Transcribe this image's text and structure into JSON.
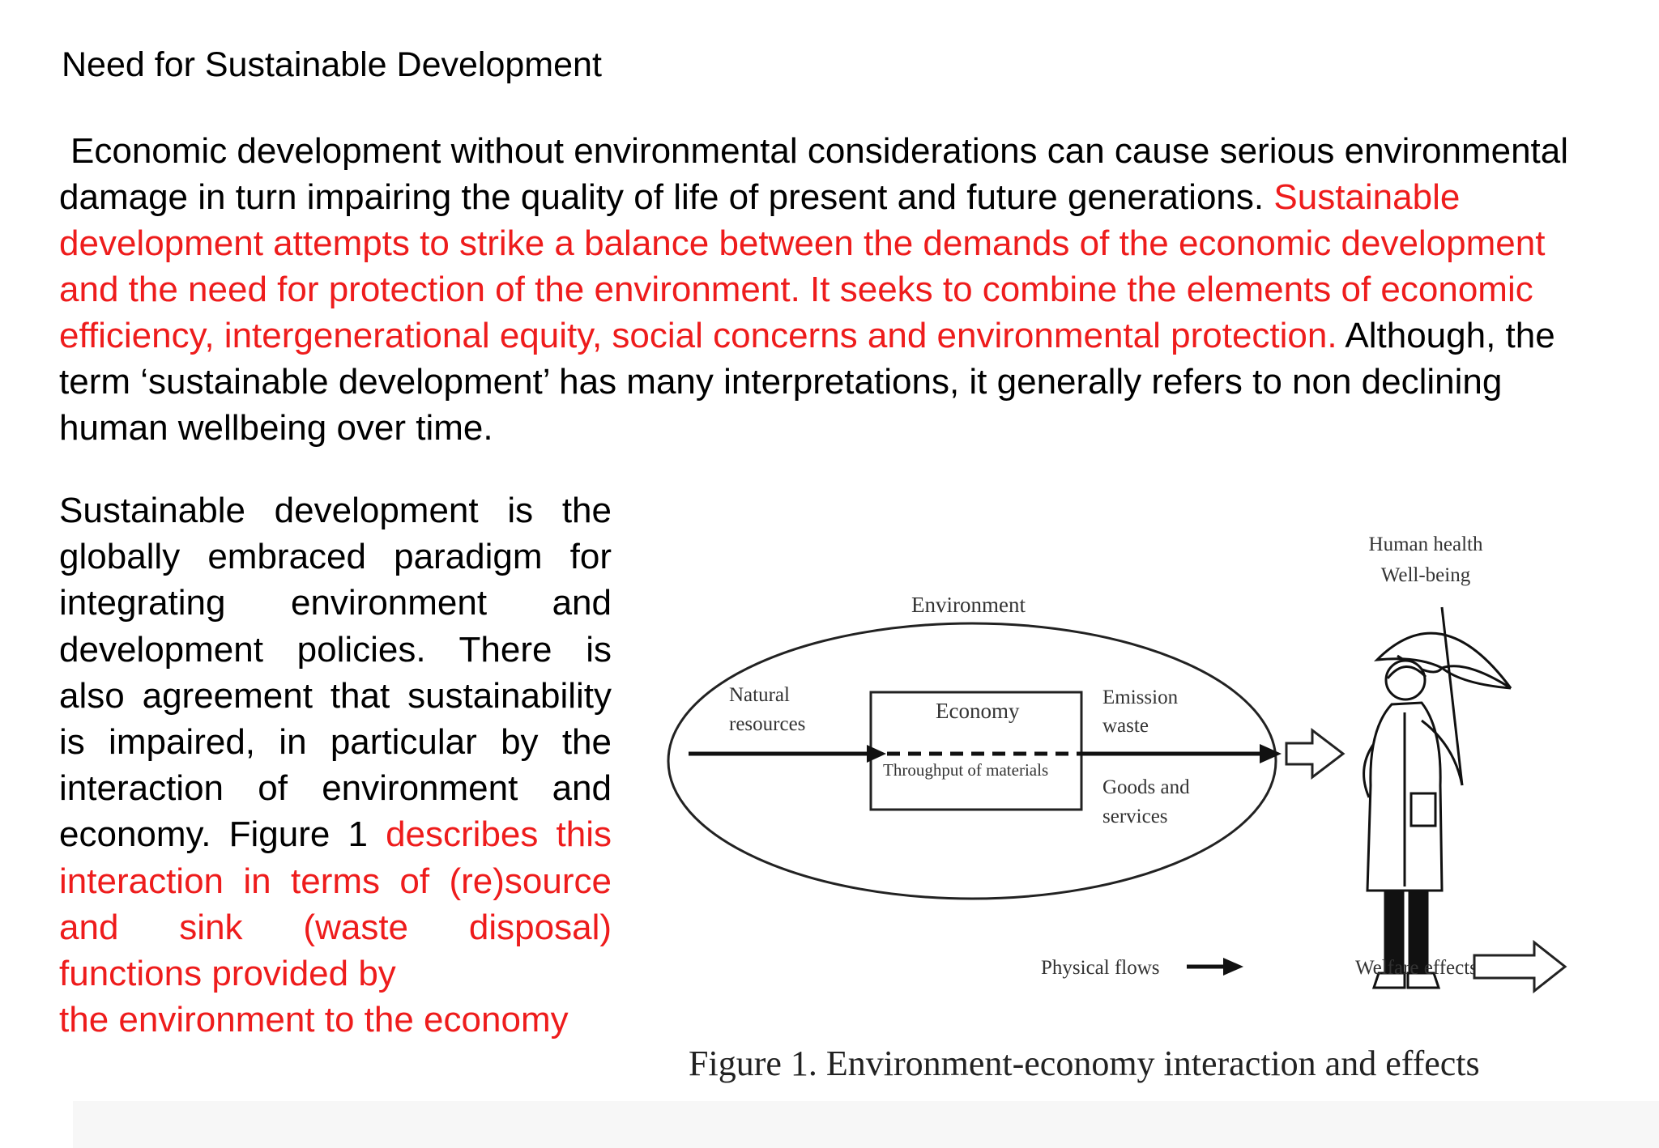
{
  "heading": "Need for Sustainable Development",
  "paragraph1": {
    "black_start": "Economic development without environmental considerations can cause serious environmental damage in turn impairing the quality of life of present and future generations.",
    "red_middle": "Sustainable development attempts to strike a balance between the demands of the economic development and the need for protection of the environment. It seeks to combine the elements of economic efficiency, intergenerational equity, social concerns and environmental protection.",
    "black_end": "Although, the term ‘sustainable development’ has many interpretations, it generally refers to non declining human wellbeing over time."
  },
  "paragraph2": {
    "black_start": "Sustainable development is the globally embraced paradigm for integrating environment and development policies. There is also agreement that sustainability is impaired, in particular by the interaction of environment and economy. Figure 1",
    "red_end": "describes this interaction in terms of (re)source and sink (waste disposal) functions provided by",
    "red_last_line": "the environment to the economy"
  },
  "figure": {
    "environment_label": "Environment",
    "economy_label": "Economy",
    "natural_resources_line1": "Natural",
    "natural_resources_line2": "resources",
    "throughput_label": "Throughput of materials",
    "emission_line1": "Emission",
    "emission_line2": "waste",
    "goods_line1": "Goods and",
    "goods_line2": "services",
    "human_health_line1": "Human health",
    "human_health_line2": "Well-being",
    "physical_flows_label": "Physical flows",
    "welfare_effects_label": "Welfare effects",
    "caption": "Figure 1. Environment-economy interaction and effects"
  }
}
